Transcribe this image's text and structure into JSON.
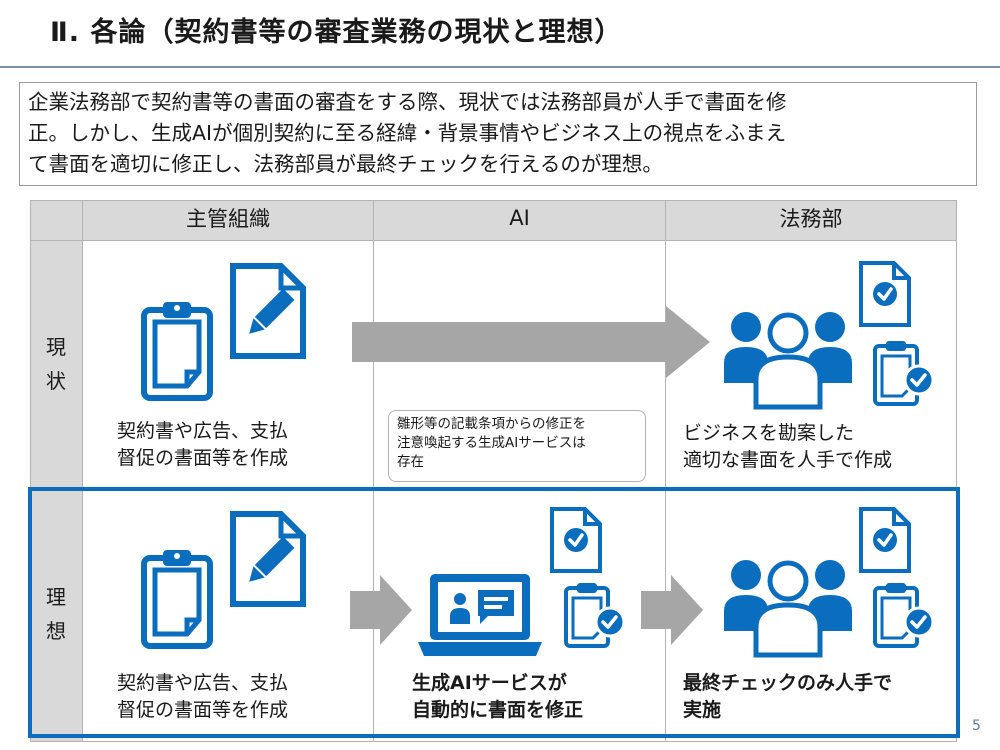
{
  "slide": {
    "title": "Ⅱ. 各論（契約書等の審査業務の現状と理想）",
    "intro_line1": "企業法務部で契約書等の書面の審査をする際、現状では法務部員が人手で書面を修",
    "intro_line2": "正。しかし、生成AIが個別契約に至る経緯・背景事情やビジネス上の視点をふまえ",
    "intro_line3": "て書面を適切に修正し、法務部員が最終チェックを行えるのが理想。",
    "page_number": "5"
  },
  "table": {
    "columns": [
      "主管組織",
      "AI",
      "法務部"
    ],
    "rows": [
      {
        "label_line1": "現",
        "label_line2": "状"
      },
      {
        "label_line1": "理",
        "label_line2": "想"
      }
    ]
  },
  "current": {
    "org_caption_line1": "契約書や広告、支払",
    "org_caption_line2": "督促の書面等を作成",
    "ai_note_line1": "雛形等の記載条項からの修正を",
    "ai_note_line2": "注意喚起する生成AIサービスは",
    "ai_note_line3": "存在",
    "legal_caption_line1": "ビジネスを勘案した",
    "legal_caption_line2": "適切な書面を人手で作成"
  },
  "ideal": {
    "org_caption_line1": "契約書や広告、支払",
    "org_caption_line2": "督促の書面等を作成",
    "ai_caption_line1": "生成AIサービスが",
    "ai_caption_line2": "自動的に書面を修正",
    "legal_caption_line1": "最終チェックのみ人手で",
    "legal_caption_line2": "実施"
  },
  "colors": {
    "accent_blue": "#0b6dbd",
    "arrow_gray": "#a6a6a6",
    "header_gray": "#d9d9d9"
  }
}
